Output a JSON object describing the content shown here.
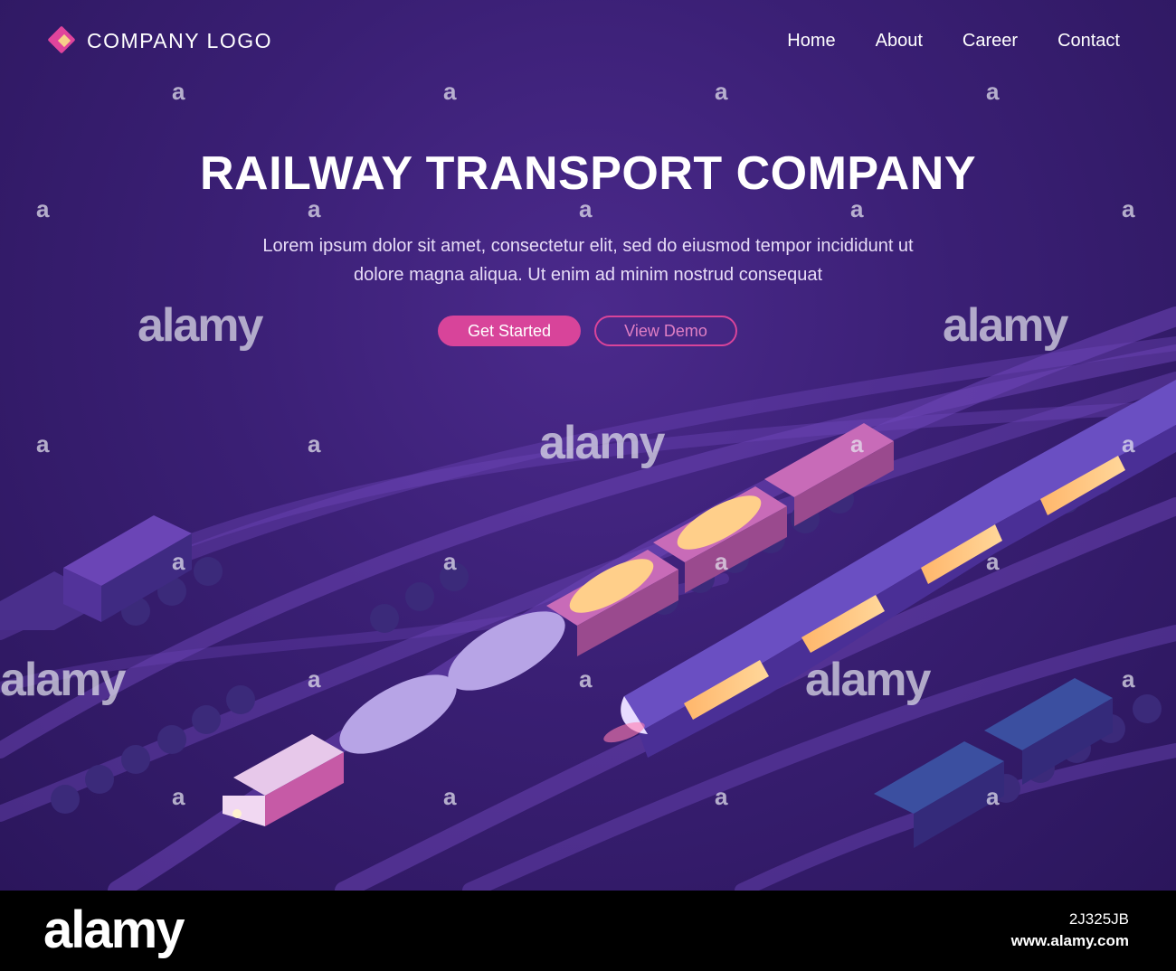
{
  "header": {
    "logo_text": "COMPANY LOGO",
    "nav": [
      {
        "label": "Home"
      },
      {
        "label": "About"
      },
      {
        "label": "Career"
      },
      {
        "label": "Contact"
      }
    ]
  },
  "hero": {
    "title": "RAILWAY TRANSPORT COMPANY",
    "subtitle_line1": "Lorem ipsum dolor sit amet, consectetur elit, sed do eiusmod tempor incididunt ut",
    "subtitle_line2": "dolore magna aliqua. Ut enim ad minim nostrud consequat",
    "primary_button": "Get Started",
    "secondary_button": "View Demo"
  },
  "colors": {
    "accent": "#d8449a",
    "background": "#3a1f74",
    "logo_highlight": "#f7d08a"
  },
  "watermark": {
    "small_glyph": "a",
    "brand": "alamy"
  },
  "footer": {
    "brand": "alamy",
    "image_id": "2J325JB",
    "url": "www.alamy.com"
  }
}
